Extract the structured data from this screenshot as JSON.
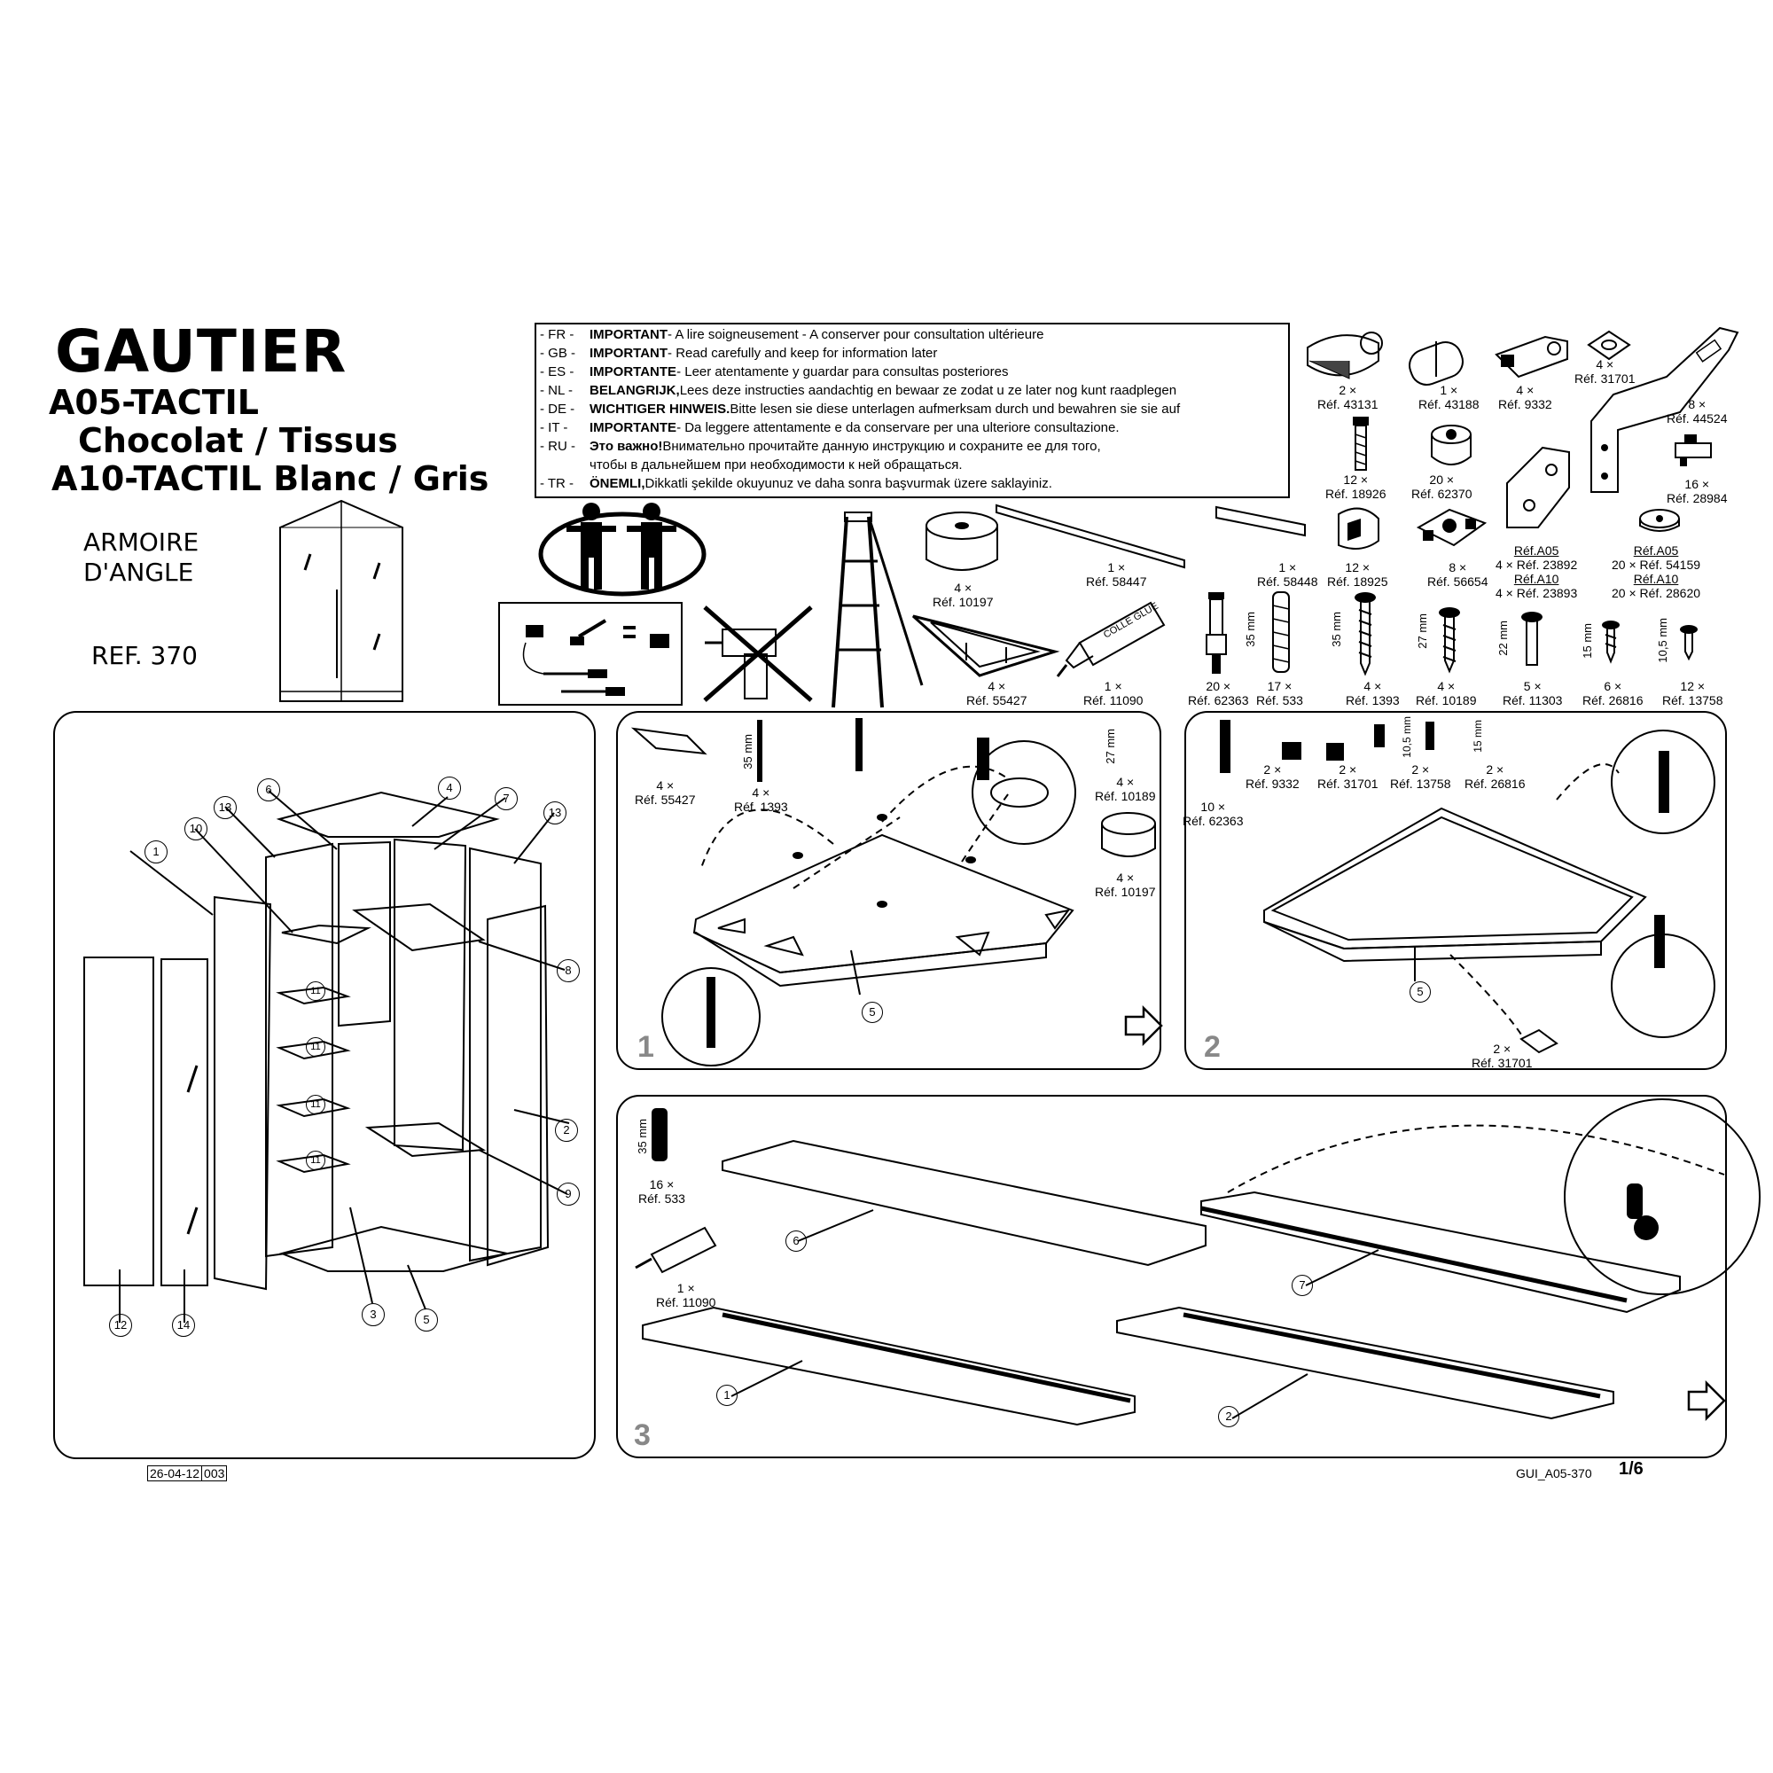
{
  "header": {
    "brand": "GAUTIER",
    "model_a05": "A05-TACTIL",
    "model_a05_finish": "Chocolat / Tissus",
    "model_a10": "A10-TACTIL Blanc / Gris",
    "product_type_line1": "ARMOIRE",
    "product_type_line2": "D'ANGLE",
    "reference": "REF. 370"
  },
  "warnings": [
    {
      "code": "- FR -",
      "bold": "IMPORTANT",
      "text": " - A lire soigneusement - A conserver pour consultation ultérieure"
    },
    {
      "code": "- GB -",
      "bold": "IMPORTANT",
      "text": " - Read carefully and keep for information later"
    },
    {
      "code": "- ES -",
      "bold": "IMPORTANTE",
      "text": " - Leer atentamente y guardar para consultas posteriores"
    },
    {
      "code": "- NL -",
      "bold": "BELANGRIJK,",
      "text": " Lees deze instructies aandachtig en bewaar ze zodat u ze later nog kunt raadplegen"
    },
    {
      "code": "- DE -",
      "bold": "WICHTIGER HINWEIS.",
      "text": " Bitte lesen sie diese unterlagen aufmerksam durch und bewahren sie sie auf"
    },
    {
      "code": "- IT -",
      "bold": "IMPORTANTE",
      "text": " - Da leggere attentamente e da conservare per una ulteriore consultazione."
    },
    {
      "code": "- RU -",
      "bold": "Это важно!",
      "text": " Внимательно прочитайте данную инструкцию и сохраните ее для того,"
    },
    {
      "code": "",
      "bold": "",
      "text": "чтобы в дальнейшем при необходимости к ней обращаться."
    },
    {
      "code": "- TR -",
      "bold": "ÖNEMLI,",
      "text": " Dikkatli şekilde okuyunuz ve daha sonra başvurmak üzere saklayiniz."
    }
  ],
  "hardware": [
    {
      "qty": "2 ×",
      "ref": "Réf. 43131"
    },
    {
      "qty": "1 ×",
      "ref": "Réf. 43188"
    },
    {
      "qty": "4 ×",
      "ref": "Réf. 9332"
    },
    {
      "qty": "4 ×",
      "ref": "Réf. 31701"
    },
    {
      "qty": "8 ×",
      "ref": "Réf. 44524"
    },
    {
      "qty": "12 ×",
      "ref": "Réf. 18926"
    },
    {
      "qty": "20 ×",
      "ref": "Réf. 62370"
    },
    {
      "qty": "16 ×",
      "ref": "Réf. 28984"
    },
    {
      "qty": "4 ×",
      "ref": "Réf. 10197"
    },
    {
      "qty": "1 ×",
      "ref": "Réf. 58447"
    },
    {
      "qty": "1 ×",
      "ref": "Réf. 58448"
    },
    {
      "qty": "12 ×",
      "ref": "Réf. 18925"
    },
    {
      "qty": "8 ×",
      "ref": "Réf. 56654"
    },
    {
      "variant": "Réf.A05",
      "qty": "4 × Réf. 23892",
      "variant2": "Réf.A10",
      "qty2": "4 × Réf. 23893"
    },
    {
      "variant": "Réf.A05",
      "qty": "20 × Réf. 54159",
      "variant2": "Réf.A10",
      "qty2": "20 × Réf. 28620"
    },
    {
      "qty": "4 ×",
      "ref": "Réf. 55427"
    },
    {
      "qty": "1 ×",
      "ref": "Réf. 11090"
    },
    {
      "qty": "20 ×",
      "ref": "Réf. 62363"
    },
    {
      "qty": "17 ×",
      "ref": "Réf. 533",
      "size": "35 mm"
    },
    {
      "qty": "4 ×",
      "ref": "Réf. 1393",
      "size": "35 mm"
    },
    {
      "qty": "4 ×",
      "ref": "Réf. 10189",
      "size": "27 mm"
    },
    {
      "qty": "5 ×",
      "ref": "Réf. 11303",
      "size": "22 mm"
    },
    {
      "qty": "6 ×",
      "ref": "Réf. 26816",
      "size": "15 mm"
    },
    {
      "qty": "12 ×",
      "ref": "Réf. 13758",
      "size": "10,5 mm"
    }
  ],
  "glue_label": "COLLE GLUE",
  "overview": {
    "parts": [
      "1",
      "2",
      "3",
      "4",
      "5",
      "6",
      "7",
      "8",
      "9",
      "10",
      "11",
      "11",
      "11",
      "11",
      "12",
      "13",
      "13",
      "14"
    ]
  },
  "steps": [
    {
      "number": "1",
      "items": [
        {
          "qty": "4 ×",
          "ref": "Réf. 55427"
        },
        {
          "qty": "4 ×",
          "ref": "Réf. 1393",
          "size": "35 mm"
        },
        {
          "qty": "4 ×",
          "ref": "Réf. 10189",
          "size": "27 mm"
        },
        {
          "qty": "4 ×",
          "ref": "Réf. 10197"
        }
      ],
      "part_label": "5"
    },
    {
      "number": "2",
      "items": [
        {
          "qty": "10 ×",
          "ref": "Réf. 62363"
        },
        {
          "qty": "2 ×",
          "ref": "Réf. 9332"
        },
        {
          "qty": "2 ×",
          "ref": "Réf. 31701"
        },
        {
          "qty": "2 ×",
          "ref": "Réf. 13758",
          "size": "10,5 mm"
        },
        {
          "qty": "2 ×",
          "ref": "Réf. 26816",
          "size": "15 mm"
        },
        {
          "qty": "2 ×",
          "ref": "Réf. 31701"
        }
      ],
      "part_label": "5"
    },
    {
      "number": "3",
      "items": [
        {
          "qty": "16 ×",
          "ref": "Réf. 533",
          "size": "35 mm"
        },
        {
          "qty": "1 ×",
          "ref": "Réf. 11090"
        }
      ],
      "part_labels": [
        "6",
        "7",
        "1",
        "2"
      ]
    }
  ],
  "footer": {
    "date": "26-04-12",
    "code": "003",
    "doc_id": "GUI_A05-370",
    "page": "1/6"
  }
}
